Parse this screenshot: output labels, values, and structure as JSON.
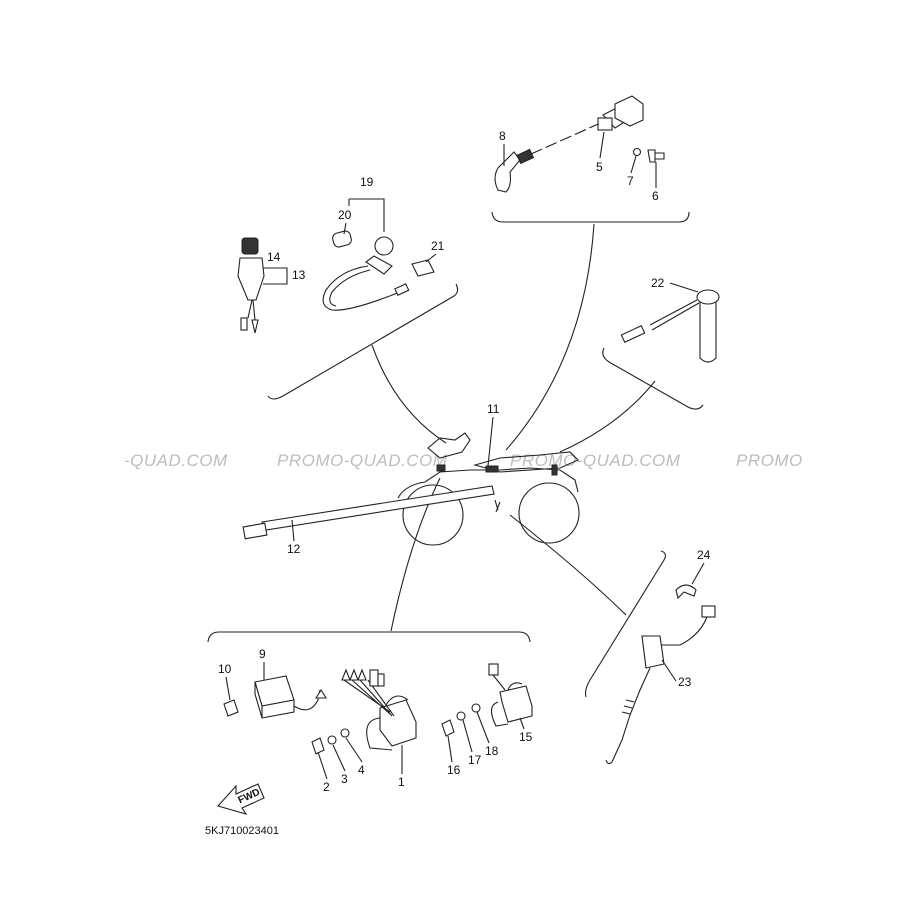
{
  "watermark": {
    "left_fragment": "-QUAD.COM",
    "center_left": "PROMO-QUAD.COM",
    "center_right": "PROMO-QUAD.COM",
    "right_fragment": "PROMO"
  },
  "diagram_code": "5KJ710023401",
  "fwd_label": "FWD",
  "callouts": [
    "1",
    "2",
    "3",
    "4",
    "5",
    "6",
    "7",
    "8",
    "9",
    "10",
    "11",
    "12",
    "13",
    "14",
    "15",
    "16",
    "17",
    "18",
    "19",
    "20",
    "21",
    "22",
    "23",
    "24"
  ],
  "colors": {
    "line": "#222222",
    "watermark": "#bdbdbd",
    "background": "#ffffff"
  }
}
